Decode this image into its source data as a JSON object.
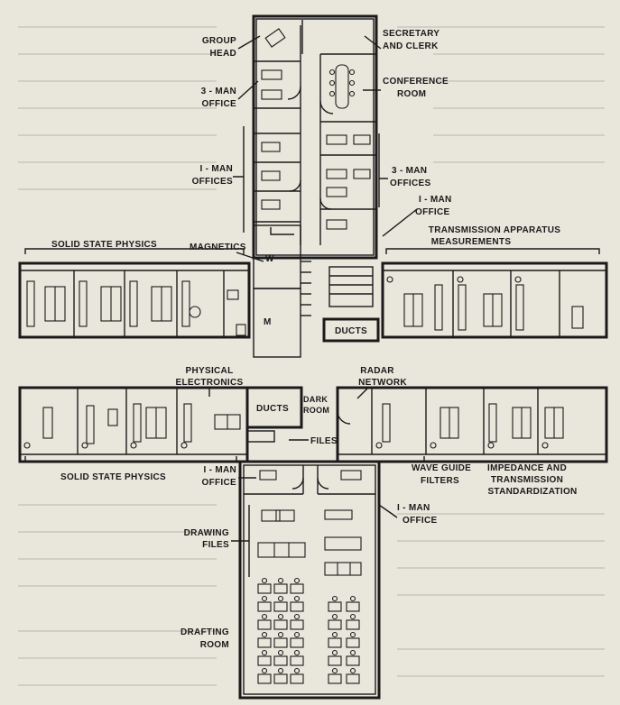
{
  "labels": {
    "group_head": [
      "GROUP",
      "HEAD"
    ],
    "secretary_clerk": [
      "SECRETARY",
      "AND CLERK"
    ],
    "three_man_office_left": [
      "3 - MAN",
      "OFFICE"
    ],
    "conference_room": [
      "CONFERENCE",
      "ROOM"
    ],
    "one_man_offices": [
      "I - MAN",
      "OFFICES"
    ],
    "three_man_offices_right": [
      "3 - MAN",
      "OFFICES"
    ],
    "one_man_office_upper_right": [
      "I - MAN",
      "OFFICE"
    ],
    "transmission_apparatus": [
      "TRANSMISSION APPARATUS",
      "MEASUREMENTS"
    ],
    "solid_state_physics_upper": "SOLID STATE PHYSICS",
    "magnetics": "MAGNETICS",
    "room_w": "W",
    "room_m": "M",
    "ducts_upper": "DUCTS",
    "physical_electronics": [
      "PHYSICAL",
      "ELECTRONICS"
    ],
    "radar_network": [
      "RADAR",
      "NETWORK"
    ],
    "dark_room": [
      "DARK",
      "ROOM"
    ],
    "ducts_lower": "DUCTS",
    "files": "FILES",
    "solid_state_physics_lower": "SOLID STATE PHYSICS",
    "one_man_office_lower_left": [
      "I - MAN",
      "OFFICE"
    ],
    "wave_guide_filters": [
      "WAVE GUIDE",
      "FILTERS"
    ],
    "impedance_standardization": [
      "IMPEDANCE AND",
      "TRANSMISSION",
      "STANDARDIZATION"
    ],
    "one_man_office_lower_right": [
      "I - MAN",
      "OFFICE"
    ],
    "drawing_files": [
      "DRAWING",
      "FILES"
    ],
    "drafting_room": [
      "DRAFTING",
      "ROOM"
    ]
  },
  "colors": {
    "paper": "#e9e6dc",
    "ink": "#1a1a1a"
  }
}
